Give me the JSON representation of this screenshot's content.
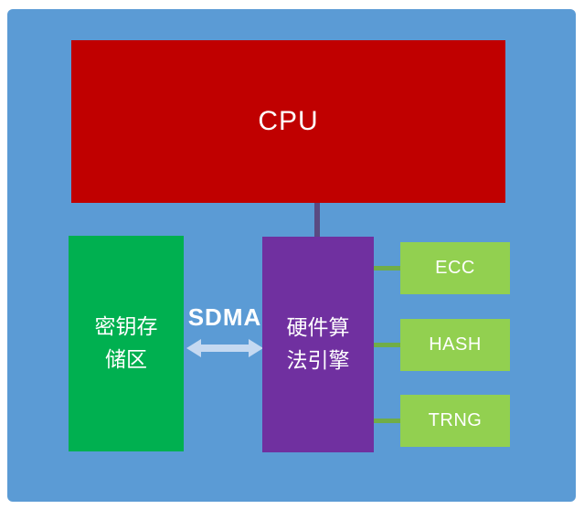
{
  "diagram": {
    "background_color": "#5b9bd5",
    "nodes": {
      "cpu": {
        "label": "CPU",
        "color": "#c00000"
      },
      "key_storage": {
        "label": "密钥存储区",
        "color": "#00b050"
      },
      "hw_engine": {
        "label": "硬件算法引擎",
        "color": "#7030a0"
      },
      "ecc": {
        "label": "ECC",
        "color": "#92d050"
      },
      "hash": {
        "label": "HASH",
        "color": "#92d050"
      },
      "trng": {
        "label": "TRNG",
        "color": "#92d050"
      }
    },
    "connections": {
      "sdma_label": "SDMA",
      "cpu_engine_color": "#5a4a82",
      "engine_branch_color": "#70ad47",
      "sdma_arrow_color": "#c5d9f1"
    }
  }
}
